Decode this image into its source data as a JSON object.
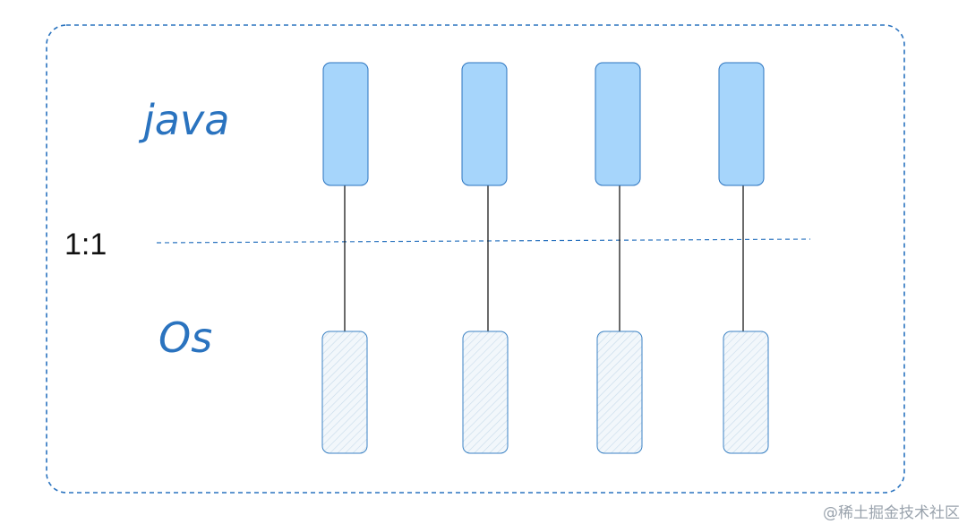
{
  "labels": {
    "java": "java",
    "ratio": "1:1",
    "os": "Os"
  },
  "thread_count": 4,
  "watermark": "@稀土掘金技术社区",
  "colors": {
    "border_dash": "#2a73bf",
    "java_fill": "#a6d5fb",
    "java_stroke": "#2a73bf",
    "os_fill": "#eef4fa",
    "os_stroke": "#3b82c4",
    "connector": "#1a1a1a",
    "label": "#2a73bf"
  }
}
